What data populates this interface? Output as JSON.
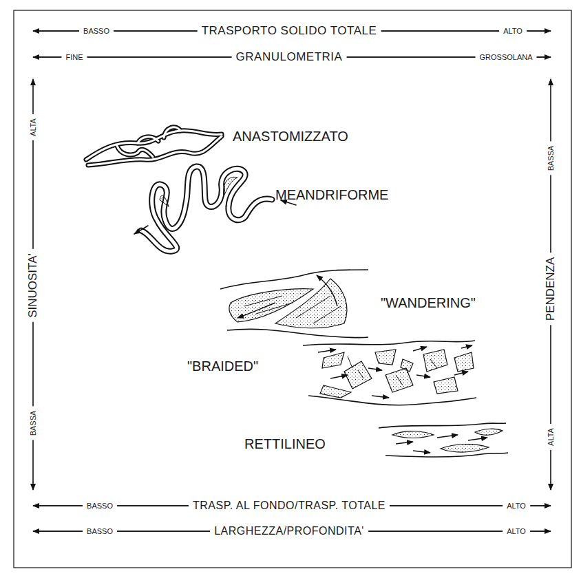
{
  "diagram": {
    "labels": [
      "BASSO",
      "TRASPORTO SOLIDO TOTALE",
      "ALTO",
      "FINE",
      "GRANULOMETRIA",
      "GROSSOLANA",
      "ALTA",
      "SINUOSITA'",
      "BASSA",
      "BASSA",
      "PENDENZA",
      "ALTA",
      "BASSO",
      "TRASP. AL FONDO/TRASP. TOTALE",
      "ALTO",
      "BASSO",
      "LARGHEZZA/PROFONDITA'",
      "ALTO",
      "ANASTOMIZZATO",
      "MEANDRIFORME",
      "\"WANDERING\"",
      "\"BRAIDED\"",
      "RETTILINEO"
    ]
  }
}
